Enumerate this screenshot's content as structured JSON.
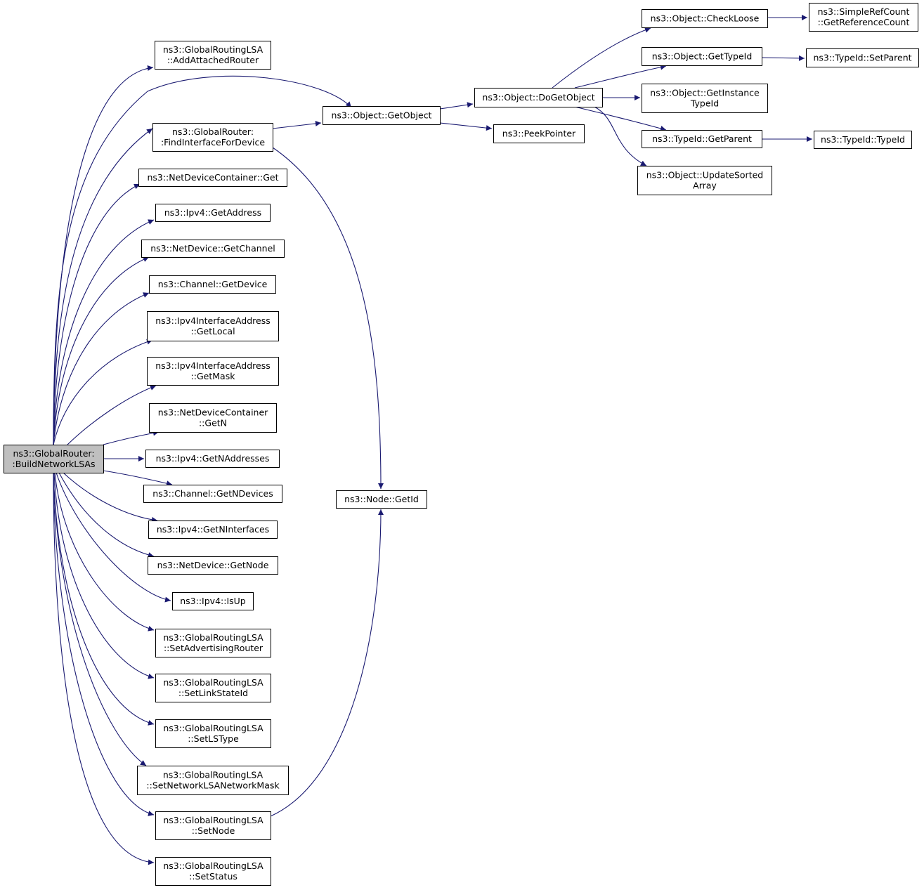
{
  "graph": {
    "nodes": [
      {
        "id": "root",
        "lines": [
          "ns3::GlobalRouter:",
          ":BuildNetworkLSAs"
        ],
        "highlight": true
      },
      {
        "id": "addAttachedRouter",
        "lines": [
          "ns3::GlobalRoutingLSA",
          "::AddAttachedRouter"
        ]
      },
      {
        "id": "findInterfaceForDevice",
        "lines": [
          "ns3::GlobalRouter:",
          ":FindInterfaceForDevice"
        ]
      },
      {
        "id": "netDeviceContainerGet",
        "lines": [
          "ns3::NetDeviceContainer::Get"
        ]
      },
      {
        "id": "ipv4GetAddress",
        "lines": [
          "ns3::Ipv4::GetAddress"
        ]
      },
      {
        "id": "netDeviceGetChannel",
        "lines": [
          "ns3::NetDevice::GetChannel"
        ]
      },
      {
        "id": "channelGetDevice",
        "lines": [
          "ns3::Channel::GetDevice"
        ]
      },
      {
        "id": "ipv4IfAddrGetLocal",
        "lines": [
          "ns3::Ipv4InterfaceAddress",
          "::GetLocal"
        ]
      },
      {
        "id": "ipv4IfAddrGetMask",
        "lines": [
          "ns3::Ipv4InterfaceAddress",
          "::GetMask"
        ]
      },
      {
        "id": "netDeviceContainerGetN",
        "lines": [
          "ns3::NetDeviceContainer",
          "::GetN"
        ]
      },
      {
        "id": "ipv4GetNAddresses",
        "lines": [
          "ns3::Ipv4::GetNAddresses"
        ]
      },
      {
        "id": "channelGetNDevices",
        "lines": [
          "ns3::Channel::GetNDevices"
        ]
      },
      {
        "id": "ipv4GetNInterfaces",
        "lines": [
          "ns3::Ipv4::GetNInterfaces"
        ]
      },
      {
        "id": "netDeviceGetNode",
        "lines": [
          "ns3::NetDevice::GetNode"
        ]
      },
      {
        "id": "ipv4IsUp",
        "lines": [
          "ns3::Ipv4::IsUp"
        ]
      },
      {
        "id": "setAdvertisingRouter",
        "lines": [
          "ns3::GlobalRoutingLSA",
          "::SetAdvertisingRouter"
        ]
      },
      {
        "id": "setLinkStateId",
        "lines": [
          "ns3::GlobalRoutingLSA",
          "::SetLinkStateId"
        ]
      },
      {
        "id": "setLSType",
        "lines": [
          "ns3::GlobalRoutingLSA",
          "::SetLSType"
        ]
      },
      {
        "id": "setNetworkLSANetworkMask",
        "lines": [
          "ns3::GlobalRoutingLSA",
          "::SetNetworkLSANetworkMask"
        ]
      },
      {
        "id": "setNode",
        "lines": [
          "ns3::GlobalRoutingLSA",
          "::SetNode"
        ]
      },
      {
        "id": "setStatus",
        "lines": [
          "ns3::GlobalRoutingLSA",
          "::SetStatus"
        ]
      },
      {
        "id": "objectGetObject",
        "lines": [
          "ns3::Object::GetObject"
        ]
      },
      {
        "id": "nodeGetId",
        "lines": [
          "ns3::Node::GetId"
        ]
      },
      {
        "id": "objectDoGetObject",
        "lines": [
          "ns3::Object::DoGetObject"
        ]
      },
      {
        "id": "peekPointer",
        "lines": [
          "ns3::PeekPointer"
        ]
      },
      {
        "id": "objectCheckLoose",
        "lines": [
          "ns3::Object::CheckLoose"
        ]
      },
      {
        "id": "objectGetTypeId",
        "lines": [
          "ns3::Object::GetTypeId"
        ]
      },
      {
        "id": "objectGetInstanceTypeId",
        "lines": [
          "ns3::Object::GetInstance",
          "TypeId"
        ]
      },
      {
        "id": "typeIdGetParent",
        "lines": [
          "ns3::TypeId::GetParent"
        ]
      },
      {
        "id": "objectUpdateSortedArray",
        "lines": [
          "ns3::Object::UpdateSorted",
          "Array"
        ]
      },
      {
        "id": "simpleRefCountGetRefCount",
        "lines": [
          "ns3::SimpleRefCount",
          "::GetReferenceCount"
        ]
      },
      {
        "id": "typeIdSetParent",
        "lines": [
          "ns3::TypeId::SetParent"
        ]
      },
      {
        "id": "typeIdTypeId",
        "lines": [
          "ns3::TypeId::TypeId"
        ]
      }
    ],
    "edges": [
      {
        "from": "root",
        "to": "addAttachedRouter"
      },
      {
        "from": "root",
        "to": "objectGetObject"
      },
      {
        "from": "root",
        "to": "findInterfaceForDevice"
      },
      {
        "from": "root",
        "to": "netDeviceContainerGet"
      },
      {
        "from": "root",
        "to": "ipv4GetAddress"
      },
      {
        "from": "root",
        "to": "netDeviceGetChannel"
      },
      {
        "from": "root",
        "to": "channelGetDevice"
      },
      {
        "from": "root",
        "to": "ipv4IfAddrGetLocal"
      },
      {
        "from": "root",
        "to": "ipv4IfAddrGetMask"
      },
      {
        "from": "root",
        "to": "netDeviceContainerGetN"
      },
      {
        "from": "root",
        "to": "ipv4GetNAddresses"
      },
      {
        "from": "root",
        "to": "channelGetNDevices"
      },
      {
        "from": "root",
        "to": "ipv4GetNInterfaces"
      },
      {
        "from": "root",
        "to": "netDeviceGetNode"
      },
      {
        "from": "root",
        "to": "ipv4IsUp"
      },
      {
        "from": "root",
        "to": "setAdvertisingRouter"
      },
      {
        "from": "root",
        "to": "setLinkStateId"
      },
      {
        "from": "root",
        "to": "setLSType"
      },
      {
        "from": "root",
        "to": "setNetworkLSANetworkMask"
      },
      {
        "from": "root",
        "to": "setNode"
      },
      {
        "from": "root",
        "to": "setStatus"
      },
      {
        "from": "findInterfaceForDevice",
        "to": "objectGetObject"
      },
      {
        "from": "findInterfaceForDevice",
        "to": "nodeGetId"
      },
      {
        "from": "setNode",
        "to": "nodeGetId"
      },
      {
        "from": "objectGetObject",
        "to": "objectDoGetObject"
      },
      {
        "from": "objectGetObject",
        "to": "peekPointer"
      },
      {
        "from": "objectDoGetObject",
        "to": "objectCheckLoose"
      },
      {
        "from": "objectDoGetObject",
        "to": "objectGetTypeId"
      },
      {
        "from": "objectDoGetObject",
        "to": "objectGetInstanceTypeId"
      },
      {
        "from": "objectDoGetObject",
        "to": "typeIdGetParent"
      },
      {
        "from": "objectDoGetObject",
        "to": "objectUpdateSortedArray"
      },
      {
        "from": "objectCheckLoose",
        "to": "simpleRefCountGetRefCount"
      },
      {
        "from": "objectGetTypeId",
        "to": "typeIdSetParent"
      },
      {
        "from": "typeIdGetParent",
        "to": "typeIdTypeId"
      }
    ]
  },
  "colors": {
    "edge": "#191970",
    "node_border": "#000000",
    "node_fill": "#ffffff",
    "highlight_fill": "#bfbfbf",
    "background": "#ffffff"
  }
}
